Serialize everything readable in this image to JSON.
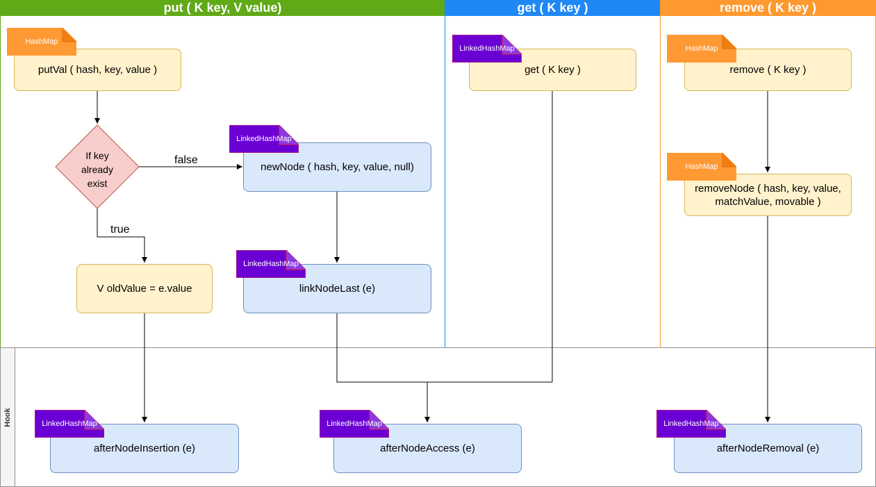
{
  "lanes": {
    "put": {
      "title": "put ( K key, V value)",
      "color": "#60a917"
    },
    "get": {
      "title": "get ( K key )",
      "color": "#1e88f5"
    },
    "remove": {
      "title": "remove ( K key )",
      "color": "#fe9930"
    },
    "hook": {
      "title": "Hook"
    }
  },
  "nodes": {
    "putval": "putVal ( hash, key, value )",
    "decision": "If key already exist",
    "newnode": "newNode ( hash, key, value, null)",
    "oldvalue": "V oldValue = e.value",
    "linknodelast": "linkNodeLast (e)",
    "get": "get ( K key )",
    "remove": "remove ( K key )",
    "removenode": "removeNode ( hash, key, value, matchValue, movable )",
    "afterinsertion": "afterNodeInsertion (e)",
    "afteraccess": "afterNodeAccess (e)",
    "afterremoval": "afterNodeRemoval (e)"
  },
  "tags": {
    "hashmap": "HashMap",
    "linkedhashmap": "LinkedHashMap",
    "hashmap_color": "#ff9933",
    "linkedhashmap_color": "#6a00d4"
  },
  "edge_labels": {
    "false": "false",
    "true": "true"
  }
}
